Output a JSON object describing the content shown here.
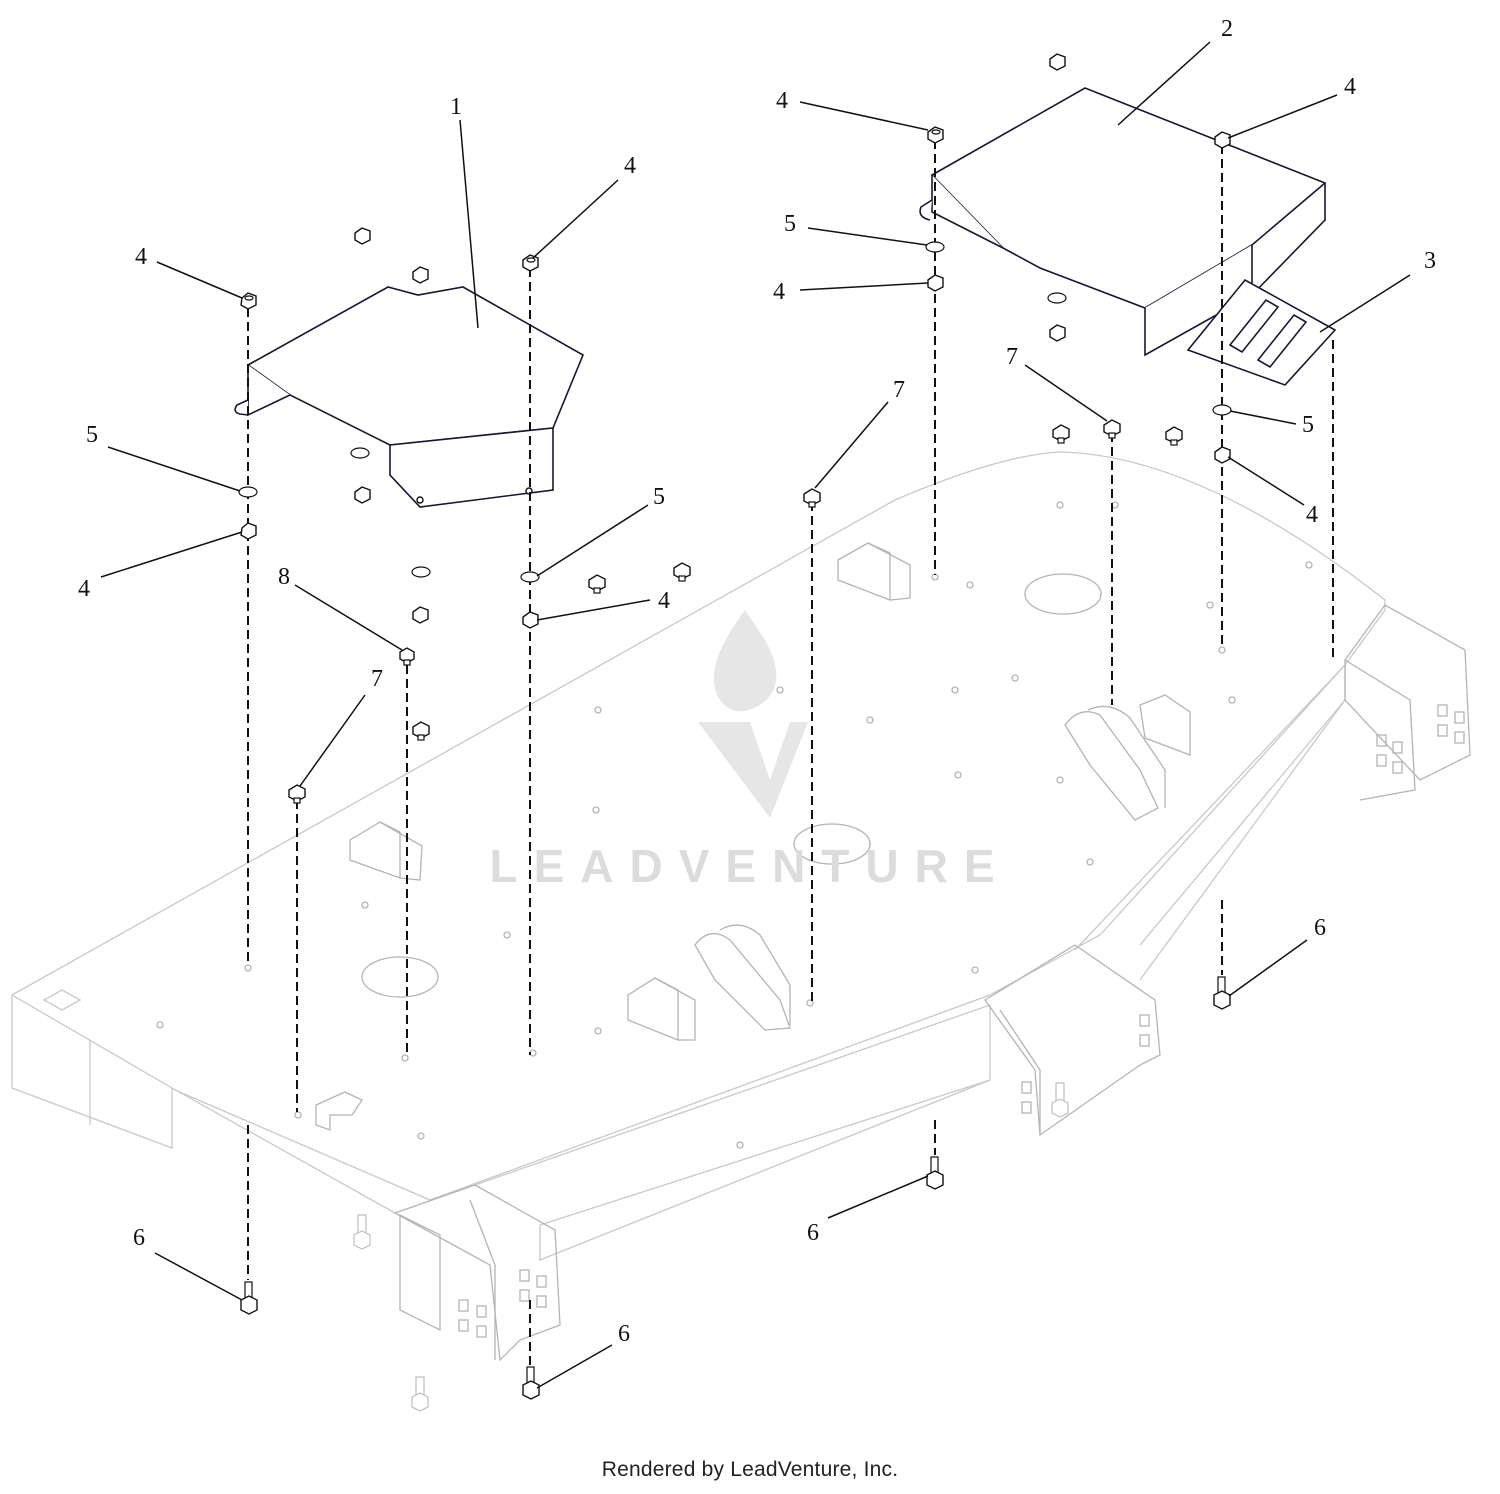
{
  "callouts": [
    {
      "id": "c1",
      "text": "1"
    },
    {
      "id": "c2",
      "text": "2"
    },
    {
      "id": "c3",
      "text": "3"
    },
    {
      "id": "c4",
      "text": "4"
    },
    {
      "id": "c5",
      "text": "5"
    },
    {
      "id": "c6",
      "text": "6"
    },
    {
      "id": "c7",
      "text": "7"
    },
    {
      "id": "c8",
      "text": "8"
    }
  ],
  "watermark": "LEADVENTURE",
  "footer": "Rendered by LeadVenture, Inc."
}
